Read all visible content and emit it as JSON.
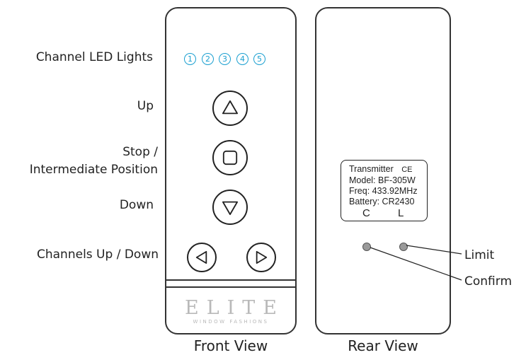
{
  "labels": {
    "channel_led_lights": "Channel LED Lights",
    "up": "Up",
    "stop_line1": "Stop /",
    "stop_line2": "Intermediate Position",
    "down": "Down",
    "channels_up_down": "Channels Up / Down",
    "limit": "Limit",
    "confirm": "Confirm"
  },
  "captions": {
    "front_view": "Front View",
    "rear_view": "Rear View"
  },
  "leds": [
    "1",
    "2",
    "3",
    "4",
    "5"
  ],
  "logo": {
    "brand": "ELITE",
    "tagline": "WINDOW FASHIONS"
  },
  "info_label": {
    "line1": "Transmitter",
    "ce_mark": "CE",
    "line2": "Model: BF-305W",
    "line3": "Freq: 433.92MHz",
    "line4": "Battery: CR2430"
  },
  "rear_buttons": {
    "c_label": "C",
    "l_label": "L"
  },
  "colors": {
    "led_blue": "#1a9fd0",
    "outline": "#222222",
    "logo_gray": "#b9b9b9",
    "button_dot": "#9a9a9a"
  }
}
